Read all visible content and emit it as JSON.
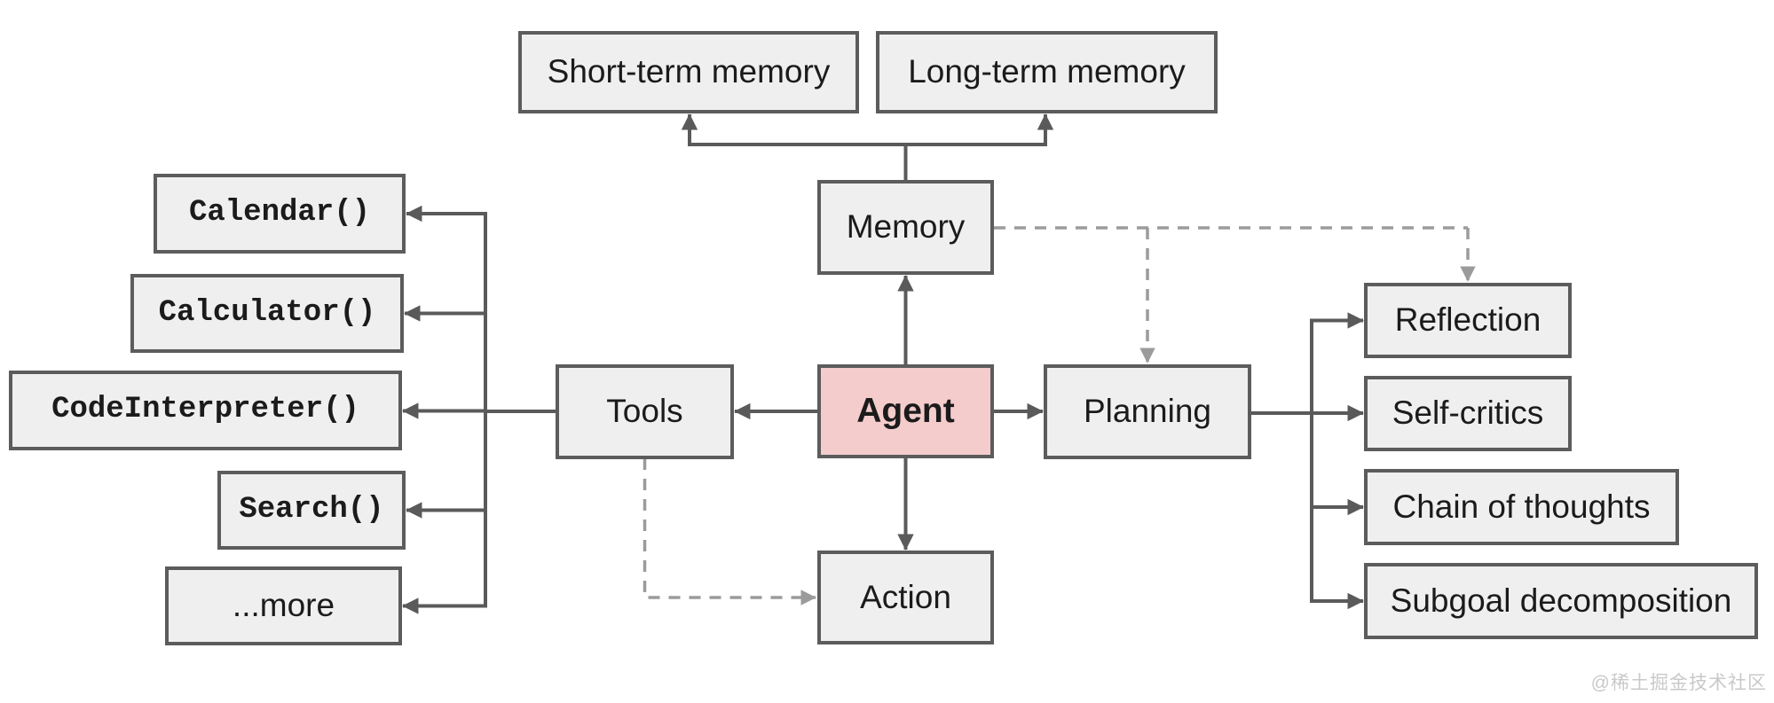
{
  "diagram": {
    "type": "flowchart",
    "nodes": {
      "short_term": {
        "label": "Short-term memory"
      },
      "long_term": {
        "label": "Long-term memory"
      },
      "memory": {
        "label": "Memory"
      },
      "calendar": {
        "label": "Calendar()"
      },
      "calculator": {
        "label": "Calculator()"
      },
      "code_interpreter": {
        "label": "CodeInterpreter()"
      },
      "search": {
        "label": "Search()"
      },
      "more": {
        "label": "...more"
      },
      "tools": {
        "label": "Tools"
      },
      "agent": {
        "label": "Agent"
      },
      "planning": {
        "label": "Planning"
      },
      "action": {
        "label": "Action"
      },
      "reflection": {
        "label": "Reflection"
      },
      "self_critics": {
        "label": "Self-critics"
      },
      "chain_of_thoughts": {
        "label": "Chain of thoughts"
      },
      "subgoal": {
        "label": "Subgoal decomposition"
      }
    },
    "edges": [
      {
        "from": "agent",
        "to": "memory",
        "style": "solid"
      },
      {
        "from": "memory",
        "to": "short_term",
        "style": "solid"
      },
      {
        "from": "memory",
        "to": "long_term",
        "style": "solid"
      },
      {
        "from": "agent",
        "to": "tools",
        "style": "solid"
      },
      {
        "from": "agent",
        "to": "planning",
        "style": "solid"
      },
      {
        "from": "agent",
        "to": "action",
        "style": "solid"
      },
      {
        "from": "tools",
        "to": "calendar",
        "style": "solid"
      },
      {
        "from": "tools",
        "to": "calculator",
        "style": "solid"
      },
      {
        "from": "tools",
        "to": "code_interpreter",
        "style": "solid"
      },
      {
        "from": "tools",
        "to": "search",
        "style": "solid"
      },
      {
        "from": "tools",
        "to": "more",
        "style": "solid"
      },
      {
        "from": "planning",
        "to": "reflection",
        "style": "solid"
      },
      {
        "from": "planning",
        "to": "self_critics",
        "style": "solid"
      },
      {
        "from": "planning",
        "to": "chain_of_thoughts",
        "style": "solid"
      },
      {
        "from": "planning",
        "to": "subgoal",
        "style": "solid"
      },
      {
        "from": "memory",
        "to": "planning",
        "style": "dashed"
      },
      {
        "from": "memory",
        "to": "reflection",
        "style": "dashed"
      },
      {
        "from": "tools",
        "to": "action",
        "style": "dashed"
      }
    ],
    "colors": {
      "background": "#ffffff",
      "box_fill": "#efefef",
      "box_border": "#5c5c5c",
      "agent_fill": "#f4cccc",
      "solid_edge": "#5a5a5a",
      "dashed_edge": "#9b9b9b",
      "text": "#1b1b1b",
      "watermark": "#c9c9c9"
    },
    "watermark": "@稀土掘金技术社区"
  }
}
